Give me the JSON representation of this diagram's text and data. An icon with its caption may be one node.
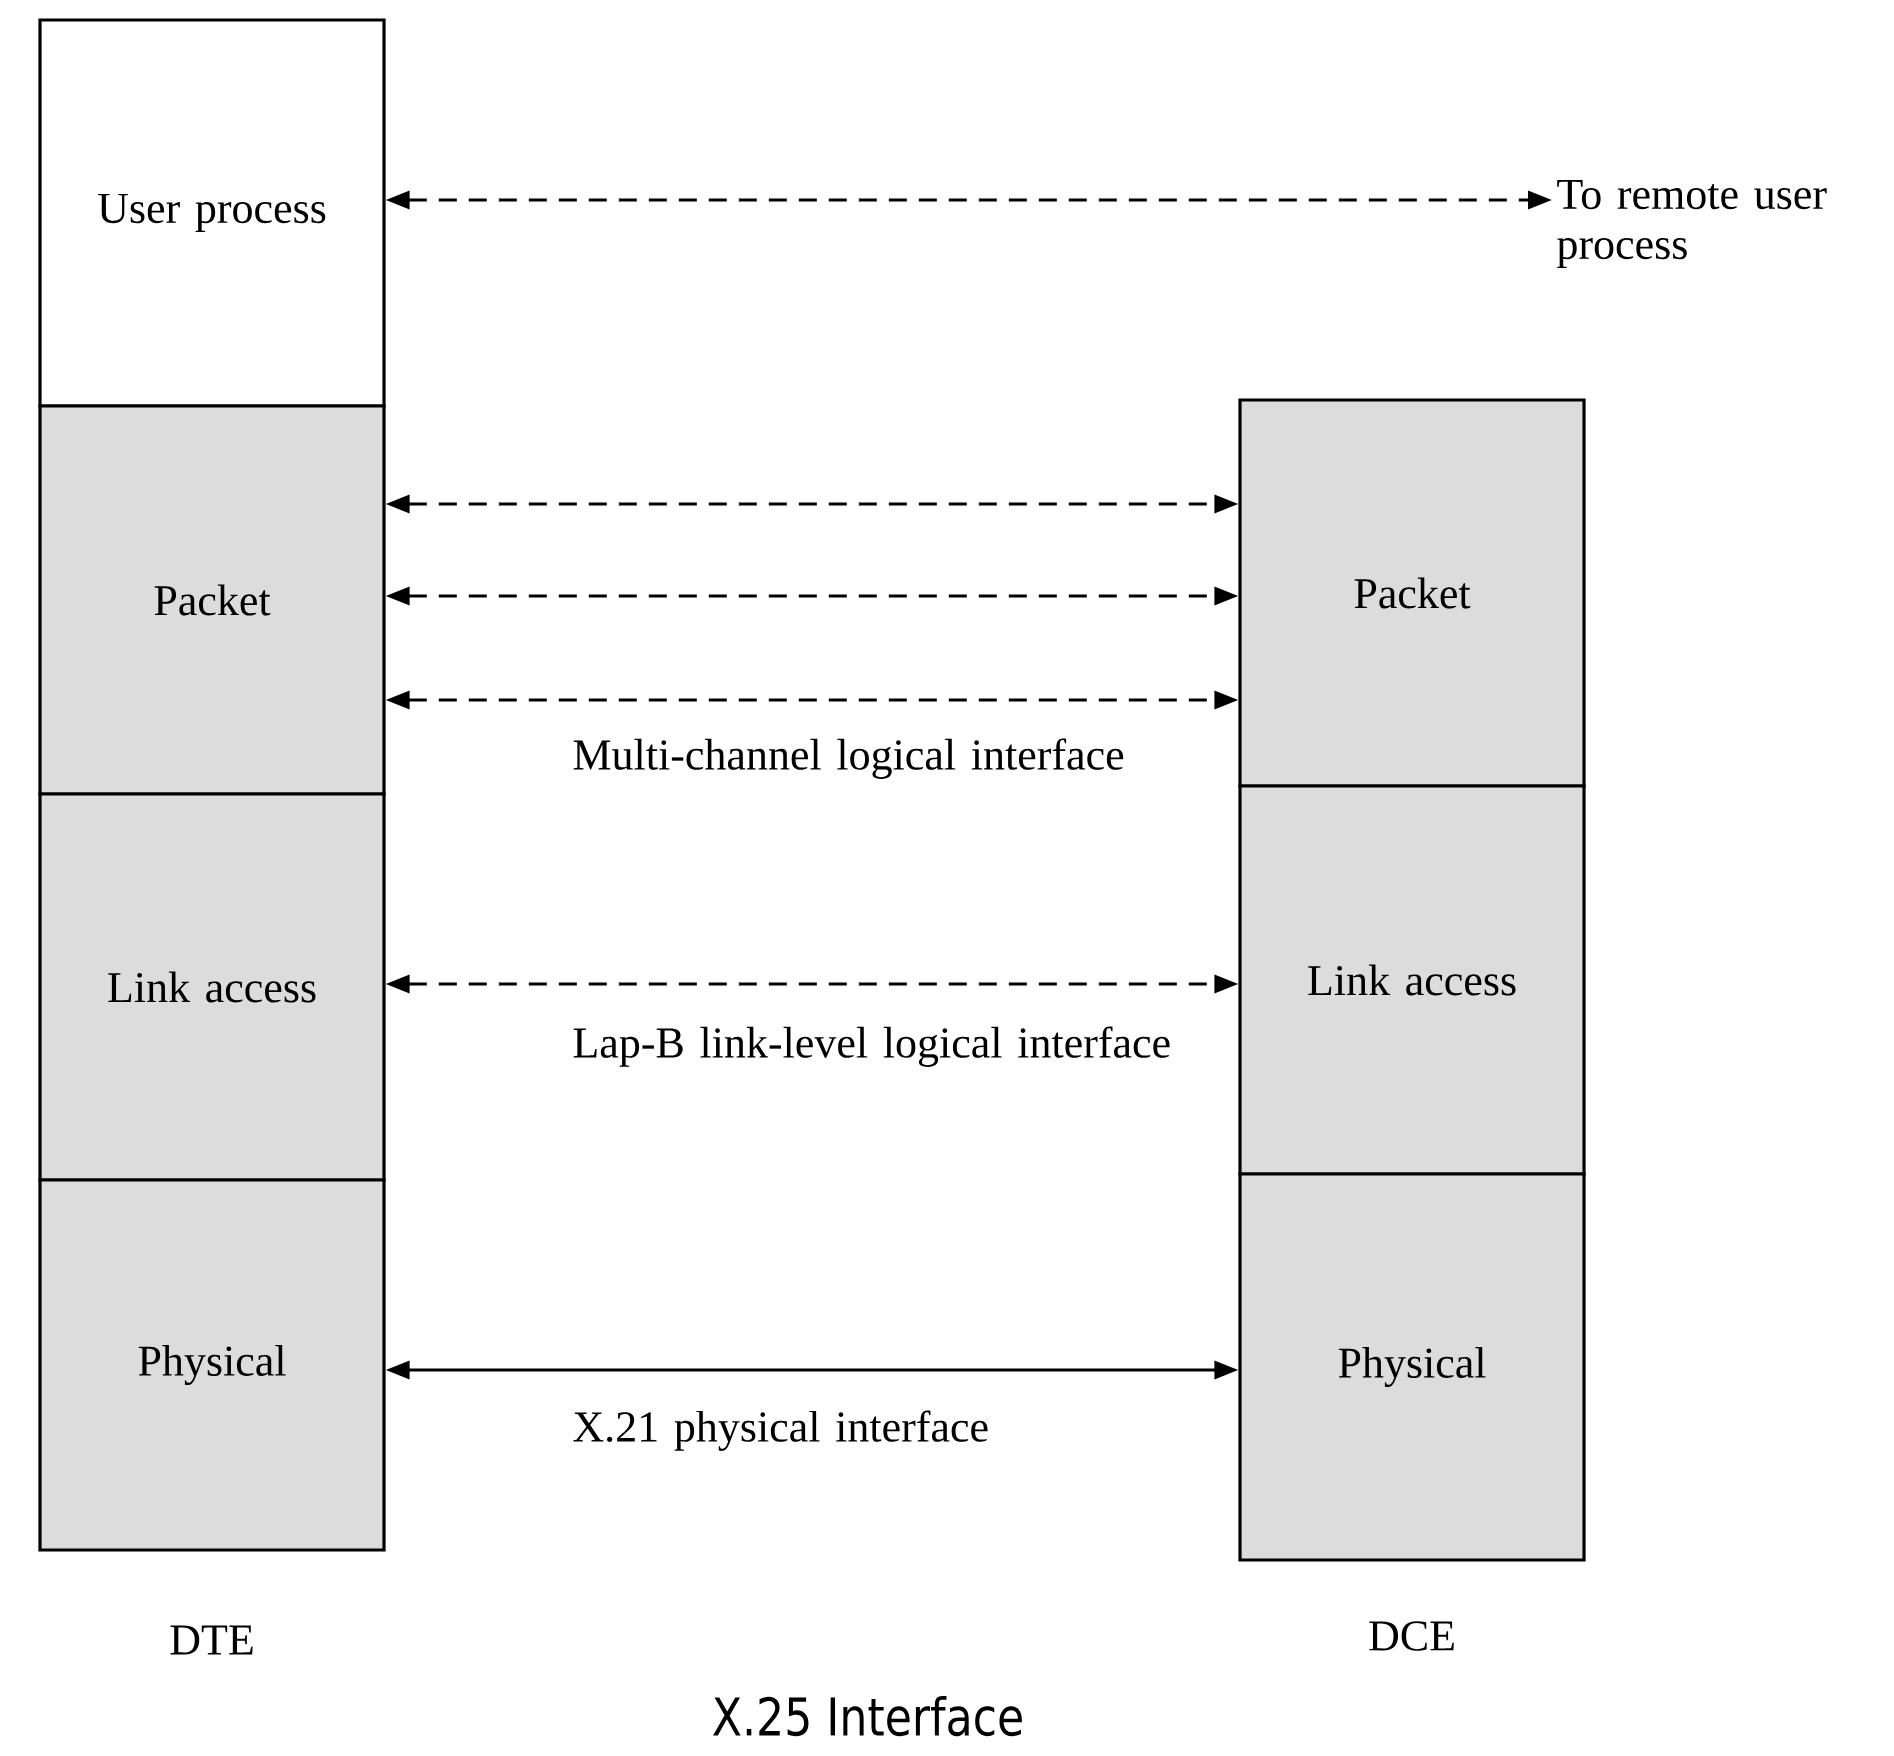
{
  "diagram": {
    "caption": "X.25 Interface",
    "nodes": [
      {
        "text": [
          "User process"
        ]
      },
      {
        "text": [
          "Packet"
        ]
      },
      {
        "text": [
          "Link access"
        ]
      },
      {
        "text": [
          "Physical"
        ]
      },
      {
        "text": [
          "To remote user process"
        ]
      },
      {
        "text": [
          "Packet"
        ]
      },
      {
        "text": [
          "Link access"
        ]
      },
      {
        "text": [
          "Physical"
        ]
      }
    ],
    "edges": [
      {
        "from": 0,
        "to": 4,
        "arrow": "both",
        "style": "dashed"
      },
      {
        "from": 1,
        "to": 5,
        "arrow": "both",
        "style": "dashed"
      },
      {
        "from": 1,
        "to": 5,
        "arrow": "both",
        "style": "dashed"
      },
      {
        "from": 1,
        "to": 5,
        "arrow": "both",
        "style": "dashed",
        "label": "Multi-channel logical interface"
      },
      {
        "from": 2,
        "to": 6,
        "arrow": "both",
        "style": "dashed",
        "label": "Lap-B link-level logical interface"
      },
      {
        "from": 3,
        "to": 7,
        "arrow": "both",
        "label": "X.21 physical interface"
      }
    ],
    "labels": [
      "DTE",
      "DCE"
    ]
  }
}
